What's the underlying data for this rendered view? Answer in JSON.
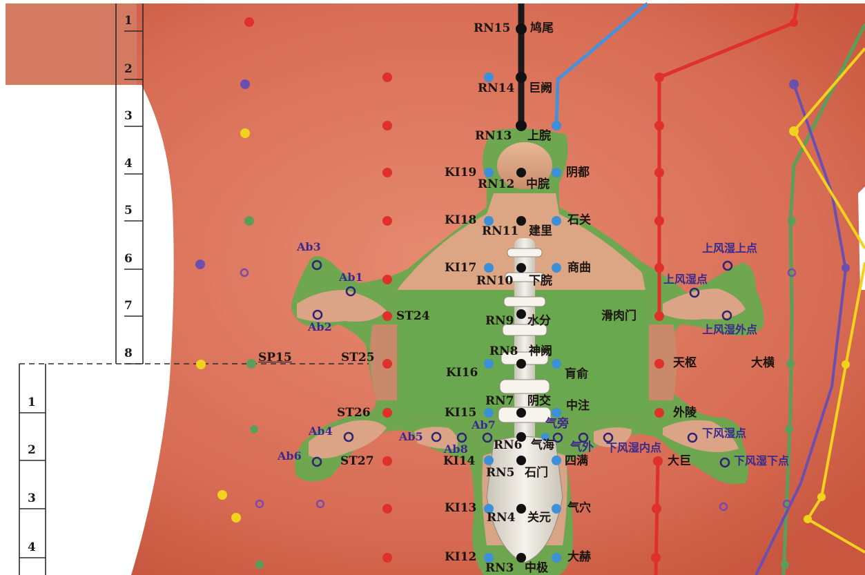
{
  "ruler_upper": [
    "1",
    "2",
    "3",
    "4",
    "5",
    "6",
    "7",
    "8"
  ],
  "ruler_lower": [
    "1",
    "2",
    "3",
    "4"
  ],
  "ren_points": [
    {
      "code": "RN15",
      "name": "鸠尾"
    },
    {
      "code": "RN14",
      "name": "巨阙"
    },
    {
      "code": "RN13",
      "name": "上脘"
    },
    {
      "code": "RN12",
      "name": "中脘"
    },
    {
      "code": "RN11",
      "name": "建里"
    },
    {
      "code": "RN10",
      "name": "下脘"
    },
    {
      "code": "RN9",
      "name": "水分"
    },
    {
      "code": "RN8",
      "name": "神阙"
    },
    {
      "code": "RN7",
      "name": "阴交"
    },
    {
      "code": "RN6",
      "name": "气海"
    },
    {
      "code": "RN5",
      "name": "石门"
    },
    {
      "code": "RN4",
      "name": "关元"
    },
    {
      "code": "RN3",
      "name": "中极"
    }
  ],
  "kidney_left": [
    "KI19",
    "KI18",
    "KI17",
    "KI16",
    "KI15",
    "KI14",
    "KI13",
    "KI12"
  ],
  "kidney_right": [
    "阴都",
    "石关",
    "商曲",
    "肓俞",
    "中注",
    "四满",
    "气穴",
    "大赫"
  ],
  "stomach_left": [
    "ST24",
    "ST25",
    "ST26",
    "ST27"
  ],
  "stomach_right": [
    "滑肉门",
    "天枢",
    "外陵",
    "大巨"
  ],
  "spleen": [
    "SP15",
    "大横"
  ],
  "extra_points": [
    "气旁",
    "气外"
  ],
  "ab_points": [
    "Ab1",
    "Ab2",
    "Ab3",
    "Ab4",
    "Ab5",
    "Ab6",
    "Ab7",
    "Ab8"
  ],
  "rheum_points": [
    "上风湿上点",
    "上风湿点",
    "上风湿外点",
    "下风湿点",
    "下风湿内点",
    "下风湿下点"
  ],
  "colors": {
    "skin": "#d9715a",
    "overlay": "#6aa84f",
    "ren_meridian": "#1a1a1a",
    "kidney": "#3d8fd8",
    "stomach": "#e0302a",
    "spleen": "#5a9e5a",
    "liver": "#6b4fb0",
    "gallbladder": "#f2d21c",
    "ab_ring": "#2f2374"
  }
}
